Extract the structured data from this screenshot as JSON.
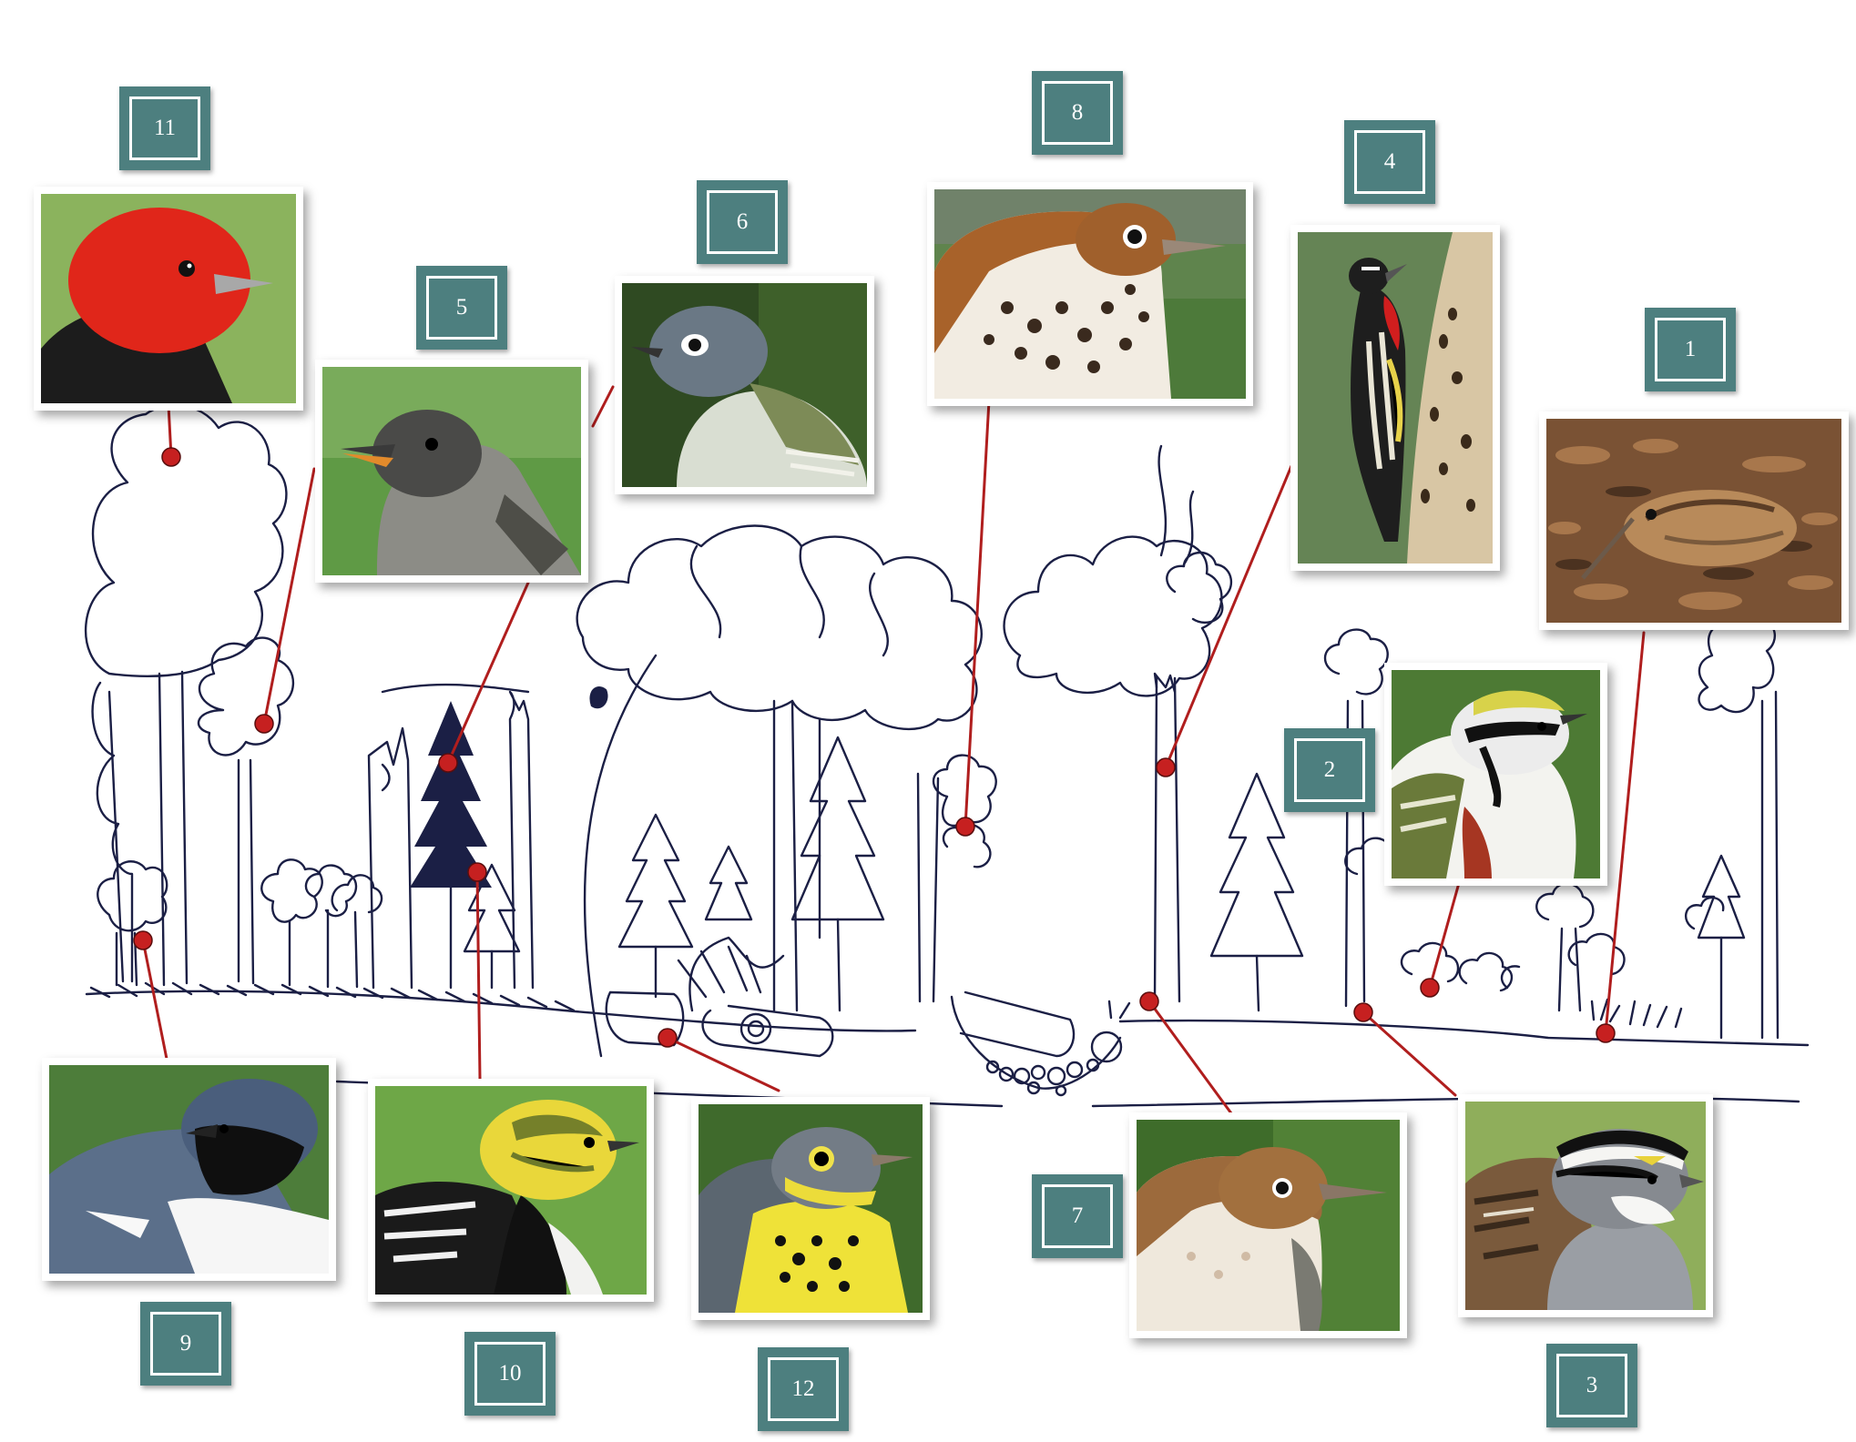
{
  "badges": {
    "b1": "1",
    "b2": "2",
    "b3": "3",
    "b4": "4",
    "b5": "5",
    "b6": "6",
    "b7": "7",
    "b8": "8",
    "b9": "9",
    "b10": "10",
    "b11": "11",
    "b12": "12"
  },
  "colors": {
    "badge_fill": "#4d7f7f",
    "leader_line": "#b01e1e",
    "marker_dot": "#c62020",
    "sketch_ink": "#1b1f45"
  },
  "photos": [
    {
      "badge": "1",
      "subject": "bird-on-leaf-litter",
      "icon": "woodcock-icon"
    },
    {
      "badge": "2",
      "subject": "warbler-with-yellow-crown",
      "icon": "warbler-icon"
    },
    {
      "badge": "3",
      "subject": "striped-crown-sparrow",
      "icon": "sparrow-icon"
    },
    {
      "badge": "4",
      "subject": "woodpecker-on-trunk",
      "icon": "woodpecker-icon"
    },
    {
      "badge": "5",
      "subject": "grey-flycatcher",
      "icon": "flycatcher-icon"
    },
    {
      "badge": "6",
      "subject": "grey-headed-vireo",
      "icon": "vireo-icon"
    },
    {
      "badge": "7",
      "subject": "brown-thrush-head",
      "icon": "thrush-icon"
    },
    {
      "badge": "8",
      "subject": "spotted-thrush",
      "icon": "spotted-thrush-icon"
    },
    {
      "badge": "9",
      "subject": "blue-black-warbler",
      "icon": "warbler-icon"
    },
    {
      "badge": "10",
      "subject": "yellow-faced-warbler",
      "icon": "warbler-icon"
    },
    {
      "badge": "11",
      "subject": "red-headed-tanager",
      "icon": "tanager-icon"
    },
    {
      "badge": "12",
      "subject": "yellow-necklaced-warbler",
      "icon": "warbler-icon"
    }
  ]
}
